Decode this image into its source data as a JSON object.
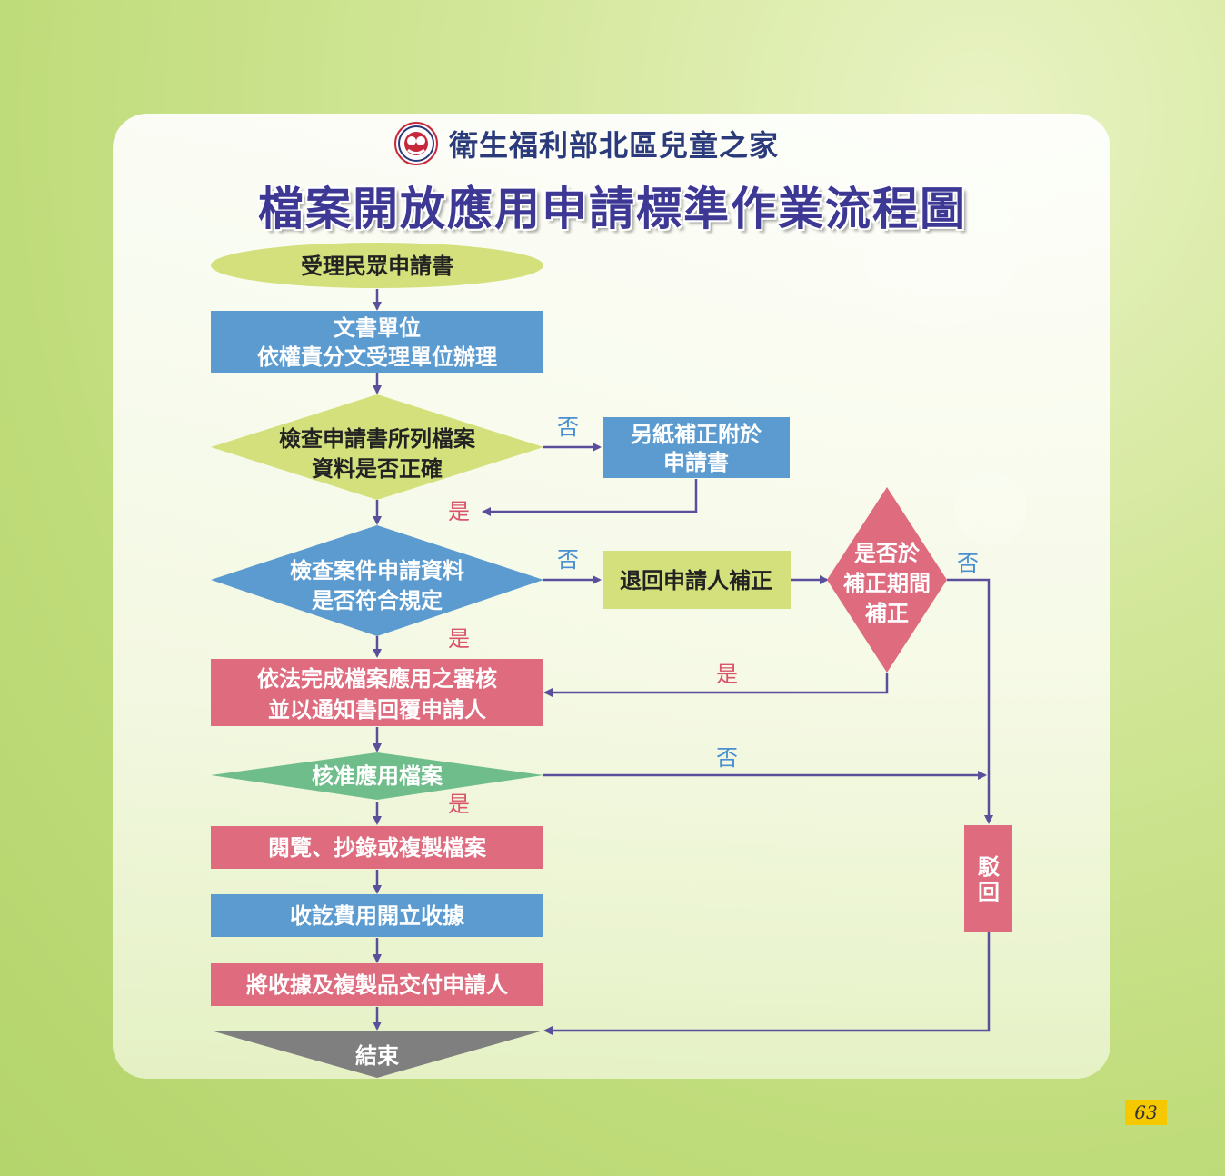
{
  "header": {
    "org_name": "衛生福利部北區兒童之家",
    "title": "檔案開放應用申請標準作業流程圖"
  },
  "nodes": {
    "start": "受理民眾申請書",
    "doc_unit_1": "文書單位",
    "doc_unit_2": "依權責分文受理單位辦理",
    "check_list_1": "檢查申請書所列檔案",
    "check_list_2": "資料是否正確",
    "supplement_1": "另紙補正附於",
    "supplement_2": "申請書",
    "check_rules_1": "檢查案件申請資料",
    "check_rules_2": "是否符合規定",
    "return_applicant": "退回申請人補正",
    "in_period_1": "是否於",
    "in_period_2": "補正期間",
    "in_period_3": "補正",
    "review_1": "依法完成檔案應用之審核",
    "review_2": "並以通知書回覆申請人",
    "approve": "核准應用檔案",
    "read_copy": "閱覽、抄錄或複製檔案",
    "fee": "收訖費用開立收據",
    "deliver": "將收據及複製品交付申請人",
    "reject_1": "駁",
    "reject_2": "回",
    "end": "結束"
  },
  "labels": {
    "no_1": "否",
    "yes_1": "是",
    "no_2": "否",
    "yes_2": "是",
    "no_3": "否",
    "yes_3": "是",
    "no_4": "否",
    "yes_4": "是"
  },
  "page_number": "63",
  "colors": {
    "blue": "#5b9bd0",
    "lime": "#d3e07c",
    "green": "#6fbd8a",
    "pink": "#de6b7e",
    "gray": "#7f7f7f",
    "arrow": "#5a4f9a",
    "no_label": "#4a8fd0",
    "yes_label": "#d9536b"
  }
}
